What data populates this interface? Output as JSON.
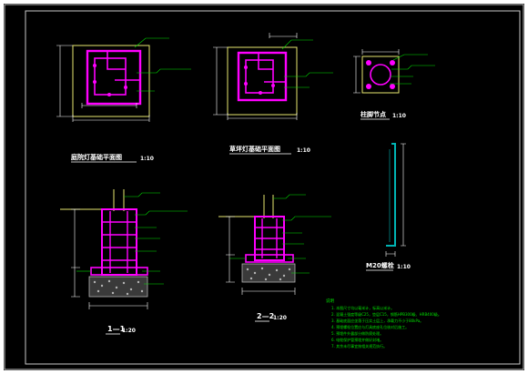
{
  "colors": {
    "paper": "#ffffff",
    "drawing_bg": "#000000",
    "frame": "#c8c8c8",
    "pad": "#e8e870",
    "rebar": "#ff00ff",
    "leader": "#00e000",
    "dim": "#ffffff",
    "pole": "#00b4b4",
    "gravel": "#b4b4b4"
  },
  "titles": {
    "plan_a": "庭院灯基础平面图",
    "plan_a_scale": "1:10",
    "plan_b": "草坪灯基础平面图",
    "plan_b_scale": "1:10",
    "node": "柱脚节点",
    "node_scale": "1:10",
    "section_1": "1—1",
    "section_1_scale": "1:20",
    "section_2": "2—2",
    "section_2_scale": "1:20",
    "elevation": "M20螺栓",
    "elevation_scale": "1:10"
  },
  "notes": {
    "header": "说明",
    "lines": [
      "1. 本图尺寸均以毫米计，标高以米计。",
      "2. 混凝土强度等级C25，垫层C15，钢筋HPB300级、HRB400级。",
      "3. 基础底面应坐落于压实土层上，承载力不小于80kPa。",
      "4. 预埋螺栓位置应与灯具底座孔位核对后施工。",
      "5. 预埋件外露部分做防腐处理。",
      "6. 电缆保护管预埋并做好封堵。",
      "7. 其余未尽事宜按相关规范执行。"
    ]
  }
}
